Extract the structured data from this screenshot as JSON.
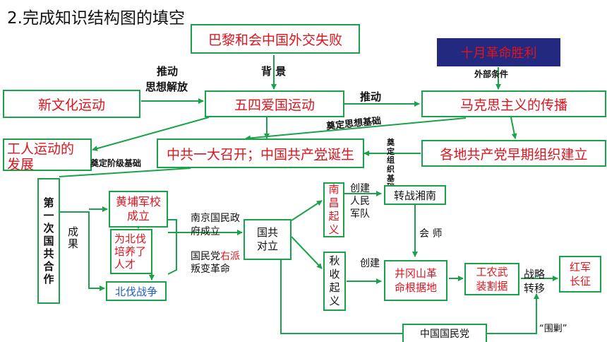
{
  "title": "2.完成知识结构图的填空",
  "nodes": {
    "paris": "巴黎和会中国外交失败",
    "october": "十月革命胜利",
    "new_culture": "新文化运动",
    "may_fourth": "五四爱国运动",
    "marxism": "马克思主义的传播",
    "labor": "工人运动的发展",
    "cpc_congress_a": "中共一大召开；中国共产",
    "cpc_congress_b": "党",
    "cpc_congress_c": "诞生",
    "local_parties": "各地共产党早期组织建立",
    "first_coop": "第一次国共合作",
    "whampoa": "黄埔军校成立",
    "talent": "为北伐培养了人才",
    "northern_exp": "北伐战争",
    "split": "国共对立",
    "nanchang": "南昌起义",
    "autumn": "秋收起义",
    "hunan": "转战湘南",
    "jinggang": "井冈山革命根据地",
    "workers_peasants": "工农武装割据",
    "long_march": "红军长征",
    "kmt": "中国国民党"
  },
  "labels": {
    "promote_liberation_a": "推动",
    "promote_liberation_b": "思想解放",
    "background": "背 景",
    "external": "外部条件",
    "promote": "推动",
    "ideological_base": "奠定思想基础",
    "class_base": "奠定阶级基础",
    "org_base": "奠定组织基础",
    "achievement": "成果",
    "nanjing_gov": "南京国民政府成立",
    "kmt_right_a": "国民党",
    "kmt_right_b": "右派",
    "kmt_right_c": "叛变革命",
    "create_army": "创建人民军队",
    "create": "创建",
    "join": "会 师",
    "strategic": "战略转移",
    "encircle": "“围剿”"
  },
  "colors": {
    "green": "#1aa34a",
    "red": "#e0141e",
    "navy": "#22297e",
    "blue": "#1f5fbf"
  }
}
